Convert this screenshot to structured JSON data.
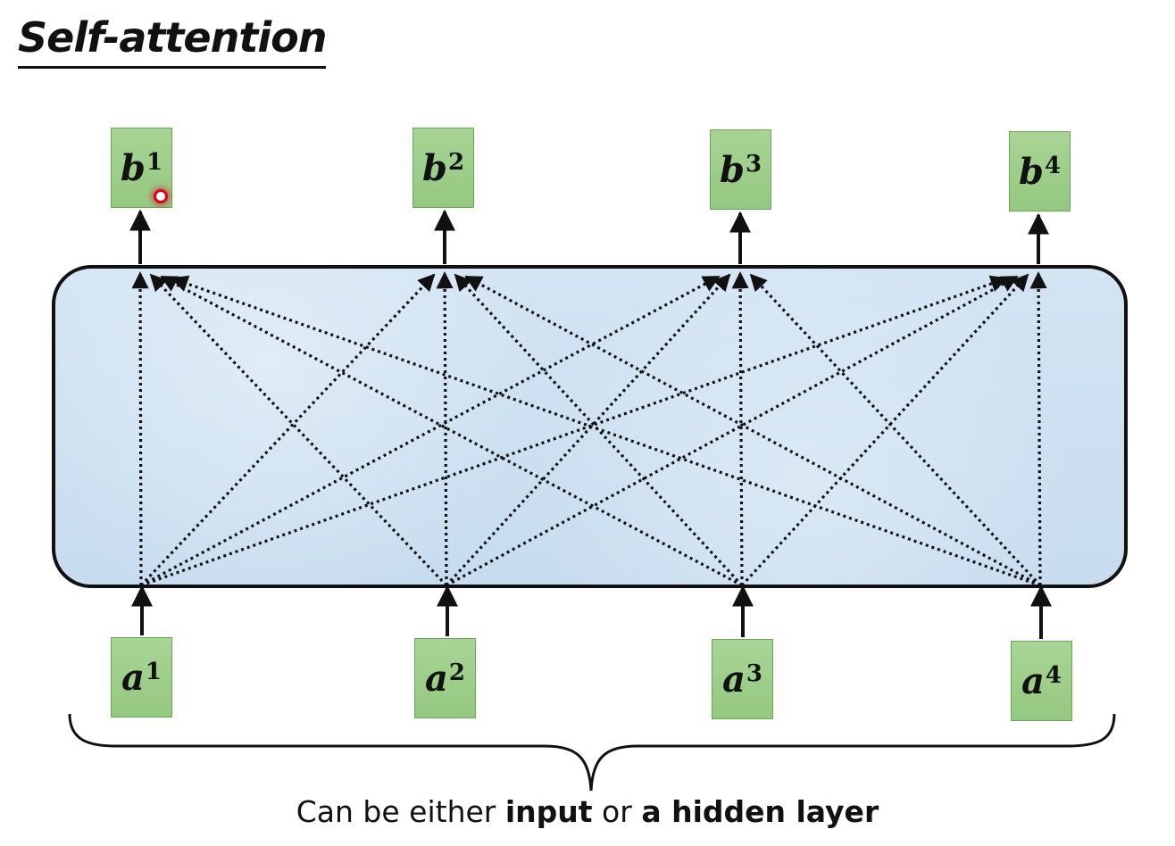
{
  "title": "Self-attention",
  "outputs": [
    {
      "base": "b",
      "sup": "1"
    },
    {
      "base": "b",
      "sup": "2"
    },
    {
      "base": "b",
      "sup": "3"
    },
    {
      "base": "b",
      "sup": "4"
    }
  ],
  "inputs": [
    {
      "base": "a",
      "sup": "1"
    },
    {
      "base": "a",
      "sup": "2"
    },
    {
      "base": "a",
      "sup": "3"
    },
    {
      "base": "a",
      "sup": "4"
    }
  ],
  "caption": {
    "part1": "Can be either ",
    "bold1": "input",
    "part2": " or ",
    "bold2": "a hidden layer"
  },
  "colors": {
    "node_fill": "#9fd18a",
    "block_fill": "#cde0f0",
    "line": "#111111"
  }
}
